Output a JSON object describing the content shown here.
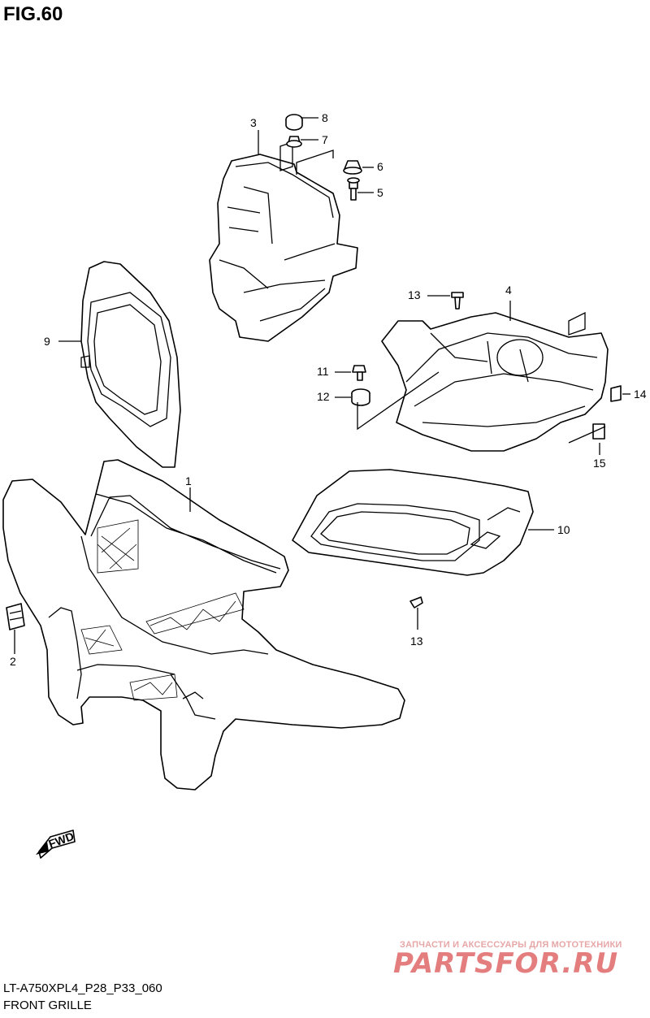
{
  "figure": {
    "title": "FIG.60",
    "code": "LT-A750XPL4_P28_P33_060",
    "name": "FRONT GRILLE"
  },
  "callouts": [
    "1",
    "2",
    "3",
    "4",
    "5",
    "6",
    "7",
    "8",
    "9",
    "10",
    "11",
    "12",
    "13",
    "13",
    "14",
    "15"
  ],
  "fwd_label": "FWD",
  "watermark": {
    "top_text": "ЗАПЧАСТИ И АКСЕССУАРЫ ДЛЯ МОТОТЕХНИКИ",
    "logo_text": "PARTSFOR.RU",
    "color": "#e47e7e"
  }
}
